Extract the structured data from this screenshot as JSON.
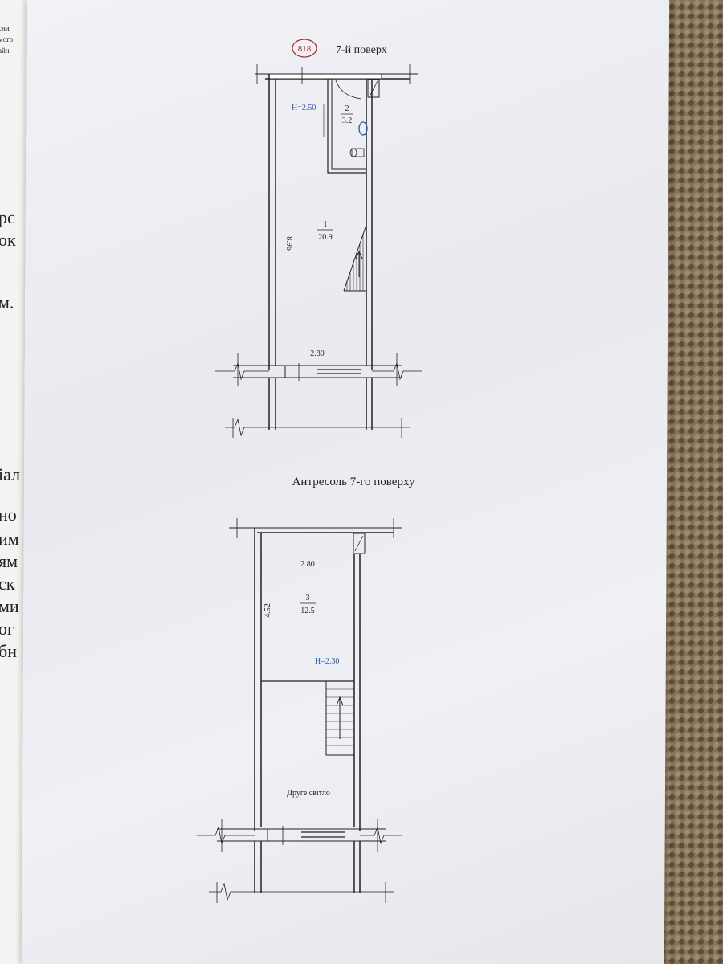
{
  "background_page": {
    "fragments": [
      "сни",
      "мого",
      "айн",
      "рс",
      "ок",
      "м.",
      "іал",
      "но",
      "им",
      "ям",
      "ск",
      "ми",
      "ог",
      "бн"
    ]
  },
  "floor_plan_7": {
    "stamp": "818",
    "title": "7-й поверх",
    "height_label": "H=2.50",
    "room_1": {
      "number": "1",
      "area": "20.9"
    },
    "room_2": {
      "number": "2",
      "area": "3.2"
    },
    "dim_length": "8.96",
    "dim_width": "2.80"
  },
  "mezzanine_plan": {
    "title": "Антресоль 7-го поверху",
    "dim_width": "2.80",
    "dim_length": "4.52",
    "room_3": {
      "number": "3",
      "area": "12.5"
    },
    "height_label": "H=2.30",
    "void_label": "Друге світло"
  },
  "colors": {
    "stamp": "#b0262e",
    "height_label": "#2a5fb0",
    "lines": "#222222"
  }
}
